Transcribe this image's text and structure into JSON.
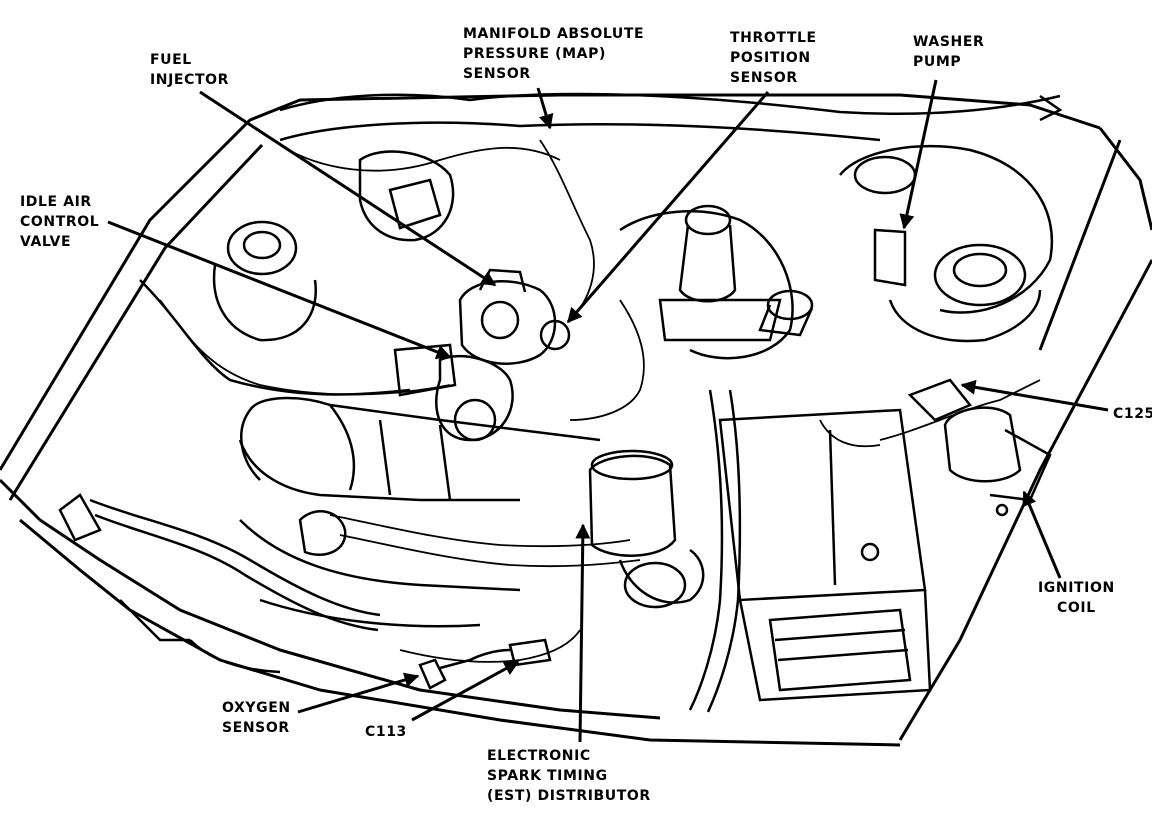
{
  "diagram": {
    "labels": {
      "fuel_injector": [
        "FUEL",
        "INJECTOR"
      ],
      "map_sensor": [
        "MANIFOLD ABSOLUTE",
        "PRESSURE (MAP)",
        "SENSOR"
      ],
      "throttle_position_sensor": [
        "THROTTLE",
        "POSITION",
        "SENSOR"
      ],
      "washer_pump": [
        "WASHER",
        "PUMP"
      ],
      "idle_air_control_valve": [
        "IDLE AIR",
        "CONTROL",
        "VALVE"
      ],
      "c125": [
        "C125"
      ],
      "ignition_coil": [
        "IGNITION",
        "COIL"
      ],
      "oxygen_sensor": [
        "OXYGEN",
        "SENSOR"
      ],
      "c113": [
        "C113"
      ],
      "est_distributor": [
        "ELECTRONIC",
        "SPARK TIMING",
        "(EST) DISTRIBUTOR"
      ]
    }
  }
}
